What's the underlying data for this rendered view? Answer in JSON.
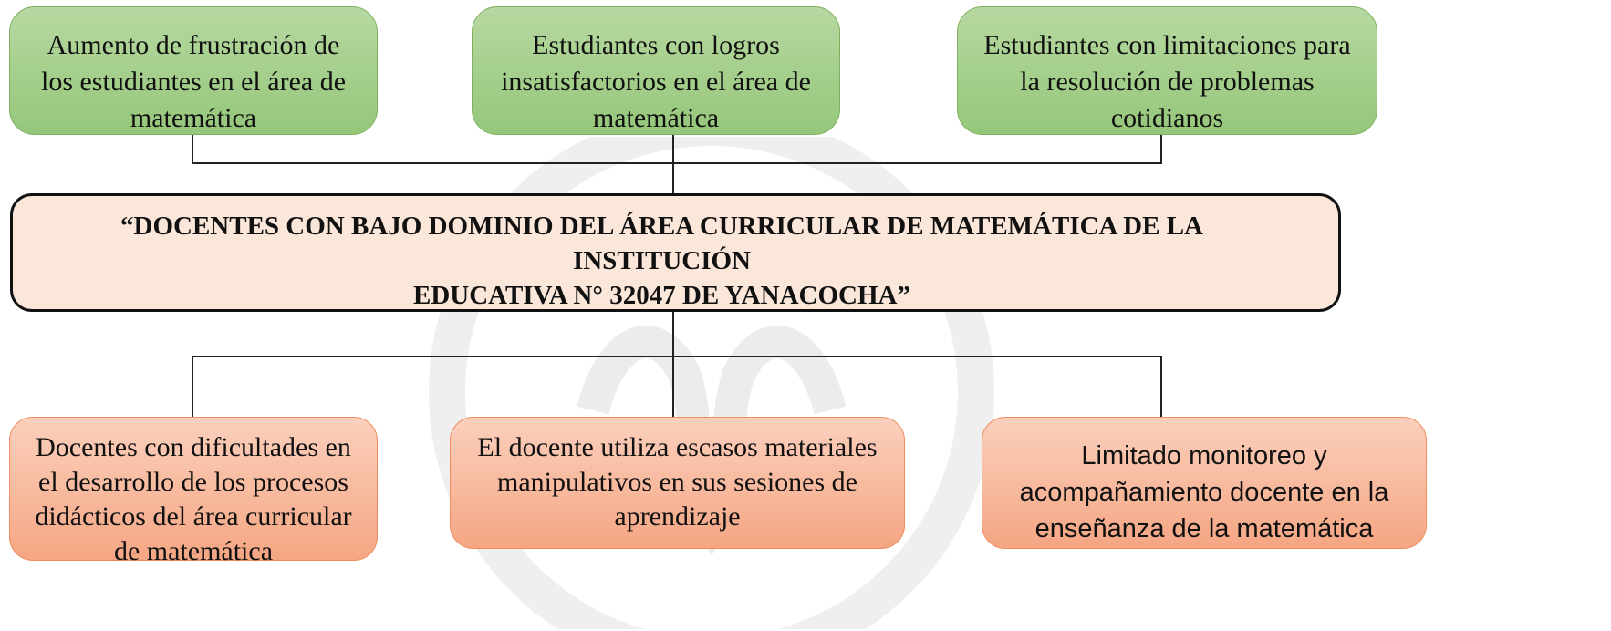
{
  "effects": [
    "Aumento de frustración  de los estudiantes  en el área de matemática",
    "Estudiantes con logros insatisfactorios en el área de matemática",
    "Estudiantes con limitaciones  para la resolución de problemas cotidianos"
  ],
  "problem": {
    "line1": "“DOCENTES CON BAJO DOMINIO DEL ÁREA CURRICULAR DE MATEMÁTICA DE LA INSTITUCIÓN",
    "line2": "EDUCATIVA N° 32047 DE YANACOCHA”"
  },
  "causes": [
    "Docentes con dificultades en el desarrollo de los procesos didácticos  del área curricular de matemática",
    "El docente utiliza  escasos materiales manipulativos en sus sesiones de aprendizaje",
    "Limitado monitoreo y acompañamiento docente en la enseñanza de la matemática"
  ],
  "colors": {
    "effect_fill": "#a8d08d",
    "cause_fill": "#f7b396",
    "problem_fill": "#fbe6da",
    "connector": "#222222"
  }
}
